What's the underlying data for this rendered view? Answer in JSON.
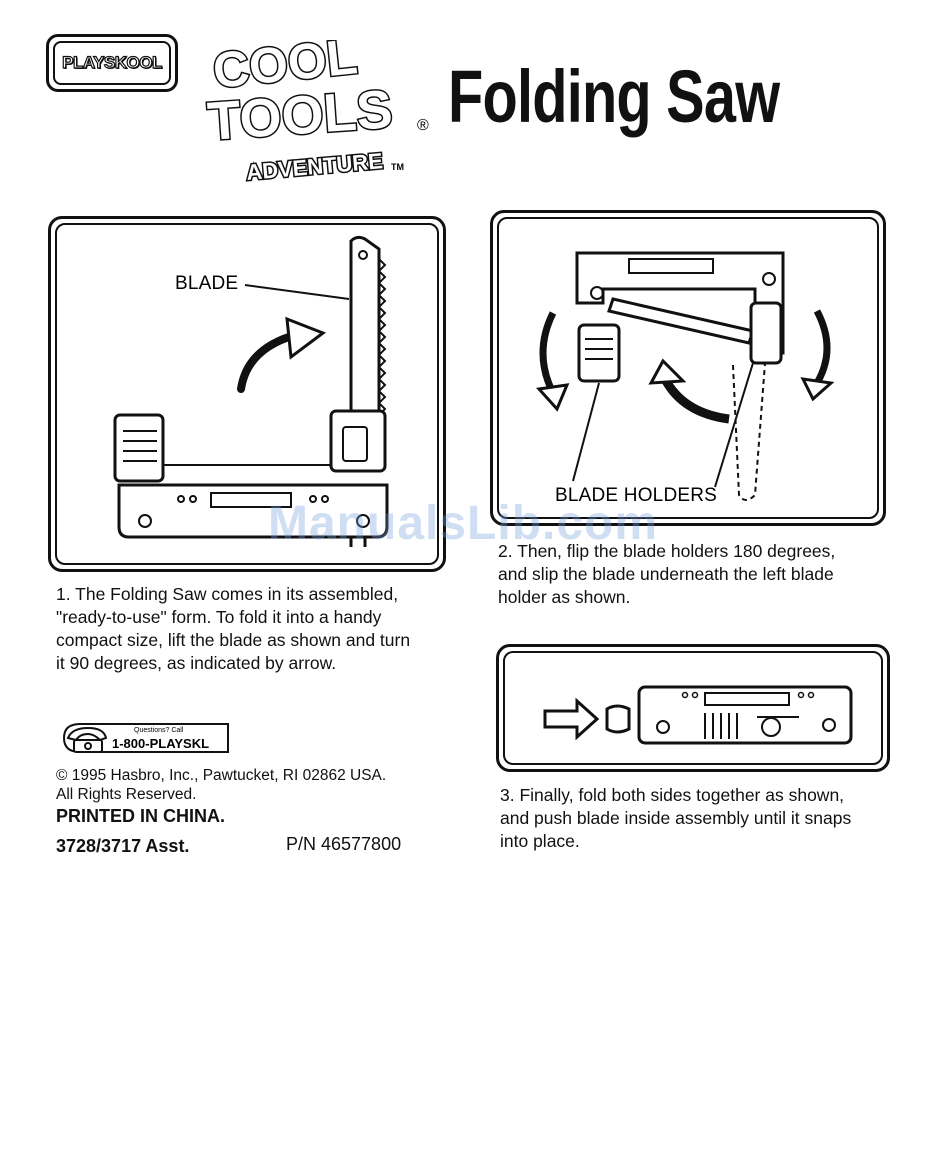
{
  "header": {
    "brand": "PLAYSKOOL",
    "logo_lines": [
      "COOL",
      "TOOLS",
      "ADVENTURE"
    ],
    "logo_reg": "®",
    "logo_tm": "TM",
    "title": "Folding Saw"
  },
  "figure1": {
    "blade_label": "BLADE"
  },
  "figure2": {
    "holders_label": "BLADE HOLDERS"
  },
  "steps": {
    "step1": "1. The Folding Saw comes in its assembled,\n\"ready-to-use\" form. To fold it into a handy\ncompact size, lift the blade as shown and turn\nit 90 degrees, as indicated by arrow.",
    "step2": "2. Then, flip the blade holders 180 degrees,\nand slip the blade underneath the left blade\nholder as shown.",
    "step3": "3. Finally, fold both sides together as shown,\nand push blade inside assembly until it snaps\ninto place."
  },
  "phone": {
    "caption": "Questions? Call",
    "number": "1-800-PLAYSKL"
  },
  "legal": {
    "copyright": "© 1995 Hasbro, Inc., Pawtucket, RI 02862 USA.",
    "rights": "All Rights Reserved.",
    "printed": "PRINTED IN CHINA.",
    "assortment": "3728/3717 Asst.",
    "part_number": "P/N 46577800"
  },
  "watermark": "ManualsLib.com"
}
